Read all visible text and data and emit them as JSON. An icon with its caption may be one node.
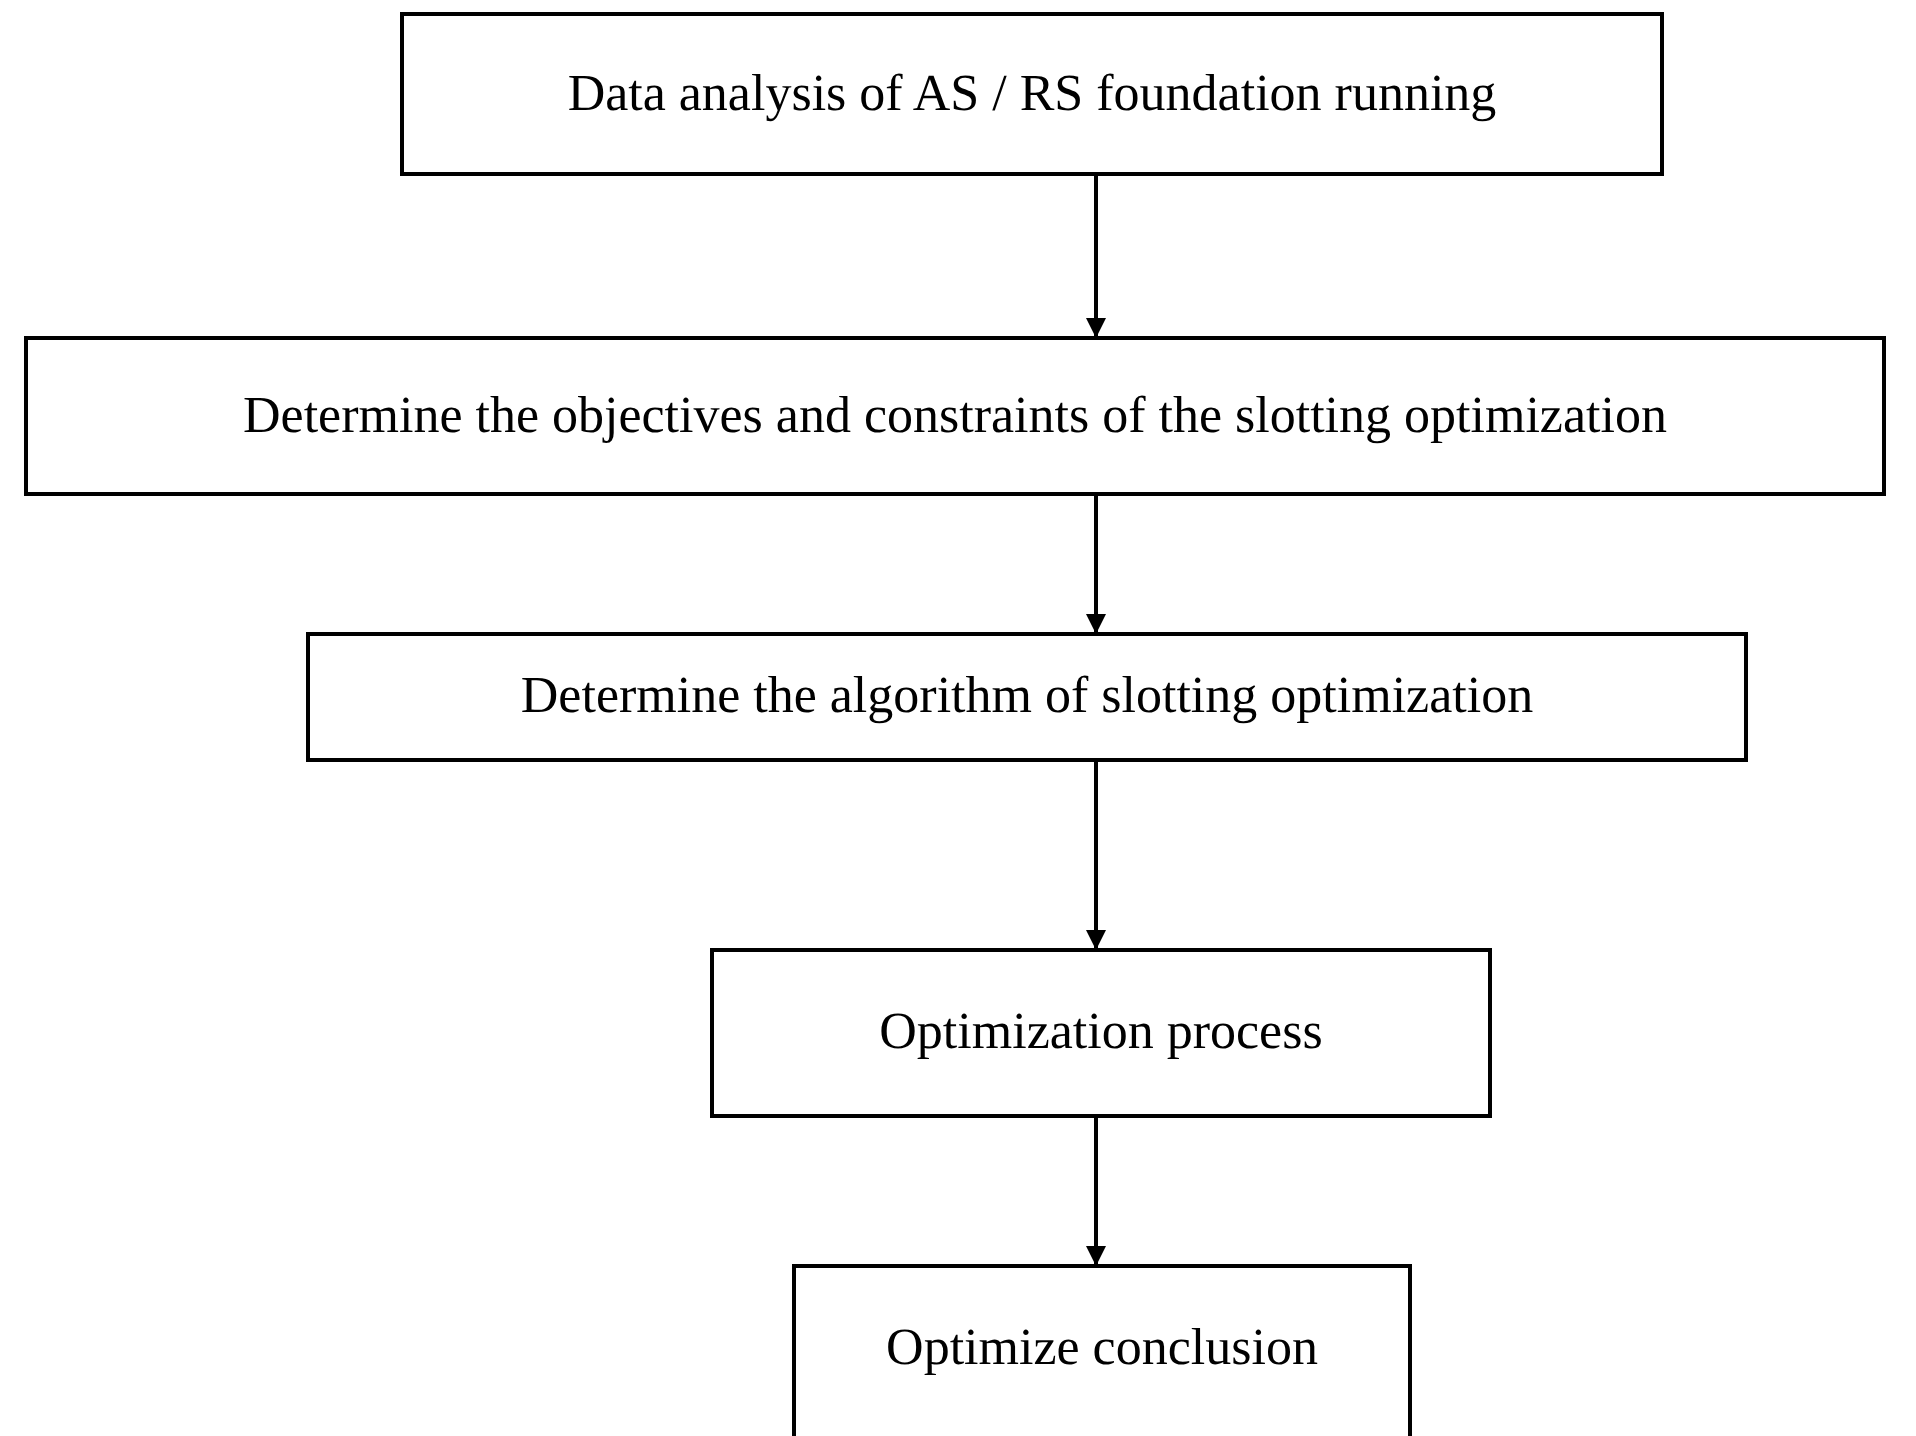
{
  "diagram": {
    "nodes": [
      {
        "text": [
          "Data analysis of AS / RS foundation running"
        ]
      },
      {
        "text": [
          "Determine the objectives and constraints of the slotting optimization"
        ]
      },
      {
        "text": [
          "Determine the algorithm of slotting optimization"
        ]
      },
      {
        "text": [
          "Optimization process"
        ]
      },
      {
        "text": [
          "Optimize conclusion"
        ]
      }
    ],
    "edges": [
      {
        "from": 0,
        "to": 1,
        "arrow": "to"
      },
      {
        "from": 1,
        "to": 2,
        "arrow": "to"
      },
      {
        "from": 2,
        "to": 3,
        "arrow": "to"
      },
      {
        "from": 3,
        "to": 4,
        "arrow": "to"
      }
    ]
  }
}
